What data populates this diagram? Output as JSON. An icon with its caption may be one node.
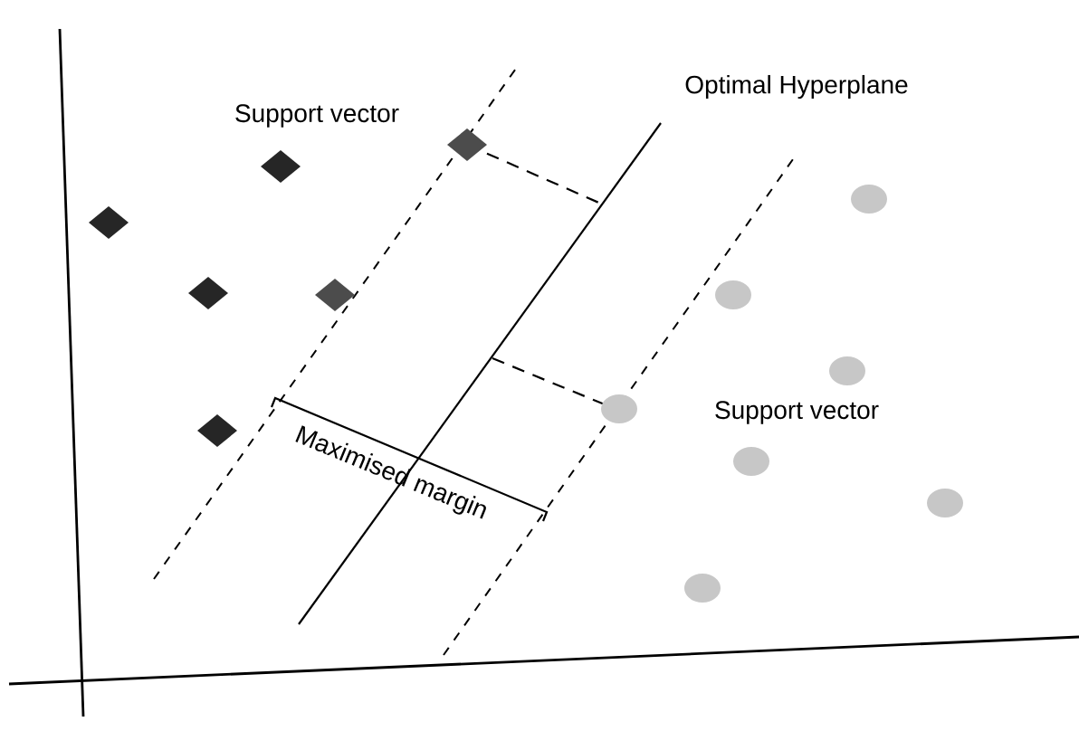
{
  "diagram": {
    "labels": [
      "Support vector",
      "Optimal Hyperplane",
      "Support vector",
      "Maximised margin"
    ]
  }
}
